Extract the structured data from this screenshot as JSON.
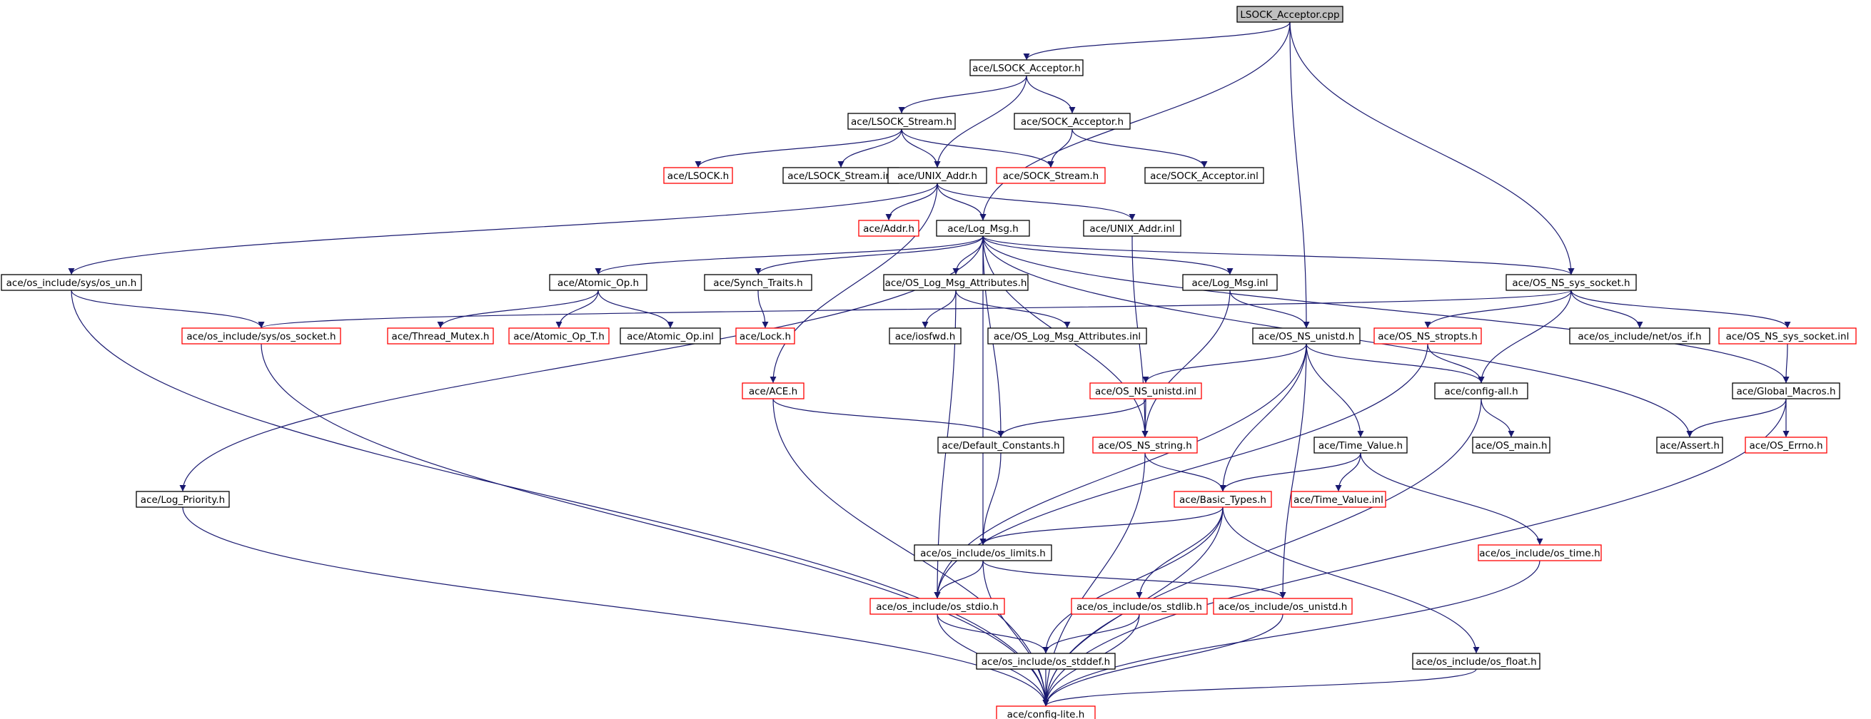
{
  "colors": {
    "edge": "#191970",
    "node_border_black": "#000000",
    "node_border_red": "#ff0000",
    "root_fill": "#bfbfbf",
    "node_fill": "#ffffff"
  },
  "diagram": {
    "nodes": [
      {
        "id": "lsock_acceptor_cpp",
        "label": "LSOCK_Acceptor.cpp",
        "style": "root"
      },
      {
        "id": "lsock_acceptor_h",
        "label": "ace/LSOCK_Acceptor.h",
        "style": "black"
      },
      {
        "id": "lsock_stream_h",
        "label": "ace/LSOCK_Stream.h",
        "style": "black"
      },
      {
        "id": "sock_acceptor_h",
        "label": "ace/SOCK_Acceptor.h",
        "style": "black"
      },
      {
        "id": "lsock_h",
        "label": "ace/LSOCK.h",
        "style": "red"
      },
      {
        "id": "lsock_stream_inl",
        "label": "ace/LSOCK_Stream.inl",
        "style": "black"
      },
      {
        "id": "unix_addr_h",
        "label": "ace/UNIX_Addr.h",
        "style": "black"
      },
      {
        "id": "sock_stream_h",
        "label": "ace/SOCK_Stream.h",
        "style": "red"
      },
      {
        "id": "sock_acceptor_inl",
        "label": "ace/SOCK_Acceptor.inl",
        "style": "black"
      },
      {
        "id": "addr_h",
        "label": "ace/Addr.h",
        "style": "red"
      },
      {
        "id": "log_msg_h",
        "label": "ace/Log_Msg.h",
        "style": "black"
      },
      {
        "id": "unix_addr_inl",
        "label": "ace/UNIX_Addr.inl",
        "style": "black"
      },
      {
        "id": "os_un_h",
        "label": "ace/os_include/sys/os_un.h",
        "style": "black"
      },
      {
        "id": "atomic_op_h",
        "label": "ace/Atomic_Op.h",
        "style": "black"
      },
      {
        "id": "synch_traits_h",
        "label": "ace/Synch_Traits.h",
        "style": "black"
      },
      {
        "id": "os_log_msg_attributes_h",
        "label": "ace/OS_Log_Msg_Attributes.h",
        "style": "black"
      },
      {
        "id": "log_msg_inl",
        "label": "ace/Log_Msg.inl",
        "style": "black"
      },
      {
        "id": "os_ns_sys_socket_h",
        "label": "ace/OS_NS_sys_socket.h",
        "style": "black"
      },
      {
        "id": "os_socket_h",
        "label": "ace/os_include/sys/os_socket.h",
        "style": "red"
      },
      {
        "id": "thread_mutex_h",
        "label": "ace/Thread_Mutex.h",
        "style": "red"
      },
      {
        "id": "atomic_op_t_h",
        "label": "ace/Atomic_Op_T.h",
        "style": "red"
      },
      {
        "id": "atomic_op_inl",
        "label": "ace/Atomic_Op.inl",
        "style": "black"
      },
      {
        "id": "lock_h",
        "label": "ace/Lock.h",
        "style": "red"
      },
      {
        "id": "iosfwd_h",
        "label": "ace/iosfwd.h",
        "style": "black"
      },
      {
        "id": "os_log_msg_attributes_inl",
        "label": "ace/OS_Log_Msg_Attributes.inl",
        "style": "black"
      },
      {
        "id": "os_ns_unistd_h",
        "label": "ace/OS_NS_unistd.h",
        "style": "black"
      },
      {
        "id": "os_ns_stropts_h",
        "label": "ace/OS_NS_stropts.h",
        "style": "red"
      },
      {
        "id": "os_if_h",
        "label": "ace/os_include/net/os_if.h",
        "style": "black"
      },
      {
        "id": "os_ns_sys_socket_inl",
        "label": "ace/OS_NS_sys_socket.inl",
        "style": "red"
      },
      {
        "id": "ace_h",
        "label": "ace/ACE.h",
        "style": "red"
      },
      {
        "id": "os_ns_unistd_inl",
        "label": "ace/OS_NS_unistd.inl",
        "style": "red"
      },
      {
        "id": "config_all_h",
        "label": "ace/config-all.h",
        "style": "black"
      },
      {
        "id": "global_macros_h",
        "label": "ace/Global_Macros.h",
        "style": "black"
      },
      {
        "id": "default_constants_h",
        "label": "ace/Default_Constants.h",
        "style": "black"
      },
      {
        "id": "os_ns_string_h",
        "label": "ace/OS_NS_string.h",
        "style": "red"
      },
      {
        "id": "time_value_h",
        "label": "ace/Time_Value.h",
        "style": "black"
      },
      {
        "id": "os_main_h",
        "label": "ace/OS_main.h",
        "style": "black"
      },
      {
        "id": "assert_h",
        "label": "ace/Assert.h",
        "style": "black"
      },
      {
        "id": "os_errno_h",
        "label": "ace/OS_Errno.h",
        "style": "red"
      },
      {
        "id": "log_priority_h",
        "label": "ace/Log_Priority.h",
        "style": "black"
      },
      {
        "id": "basic_types_h",
        "label": "ace/Basic_Types.h",
        "style": "red"
      },
      {
        "id": "time_value_inl",
        "label": "ace/Time_Value.inl",
        "style": "red"
      },
      {
        "id": "os_limits_h",
        "label": "ace/os_include/os_limits.h",
        "style": "black"
      },
      {
        "id": "os_time_h",
        "label": "ace/os_include/os_time.h",
        "style": "red"
      },
      {
        "id": "os_stdio_h",
        "label": "ace/os_include/os_stdio.h",
        "style": "red"
      },
      {
        "id": "os_stdlib_h",
        "label": "ace/os_include/os_stdlib.h",
        "style": "red"
      },
      {
        "id": "os_unistd_h",
        "label": "ace/os_include/os_unistd.h",
        "style": "red"
      },
      {
        "id": "os_stddef_h",
        "label": "ace/os_include/os_stddef.h",
        "style": "black"
      },
      {
        "id": "os_float_h",
        "label": "ace/os_include/os_float.h",
        "style": "black"
      },
      {
        "id": "config_lite_h",
        "label": "ace/config-lite.h",
        "style": "red"
      }
    ],
    "edges": [
      [
        "lsock_acceptor_cpp",
        "lsock_acceptor_h"
      ],
      [
        "lsock_acceptor_cpp",
        "log_msg_h"
      ],
      [
        "lsock_acceptor_cpp",
        "os_ns_unistd_h"
      ],
      [
        "lsock_acceptor_cpp",
        "os_ns_sys_socket_h"
      ],
      [
        "lsock_acceptor_h",
        "lsock_stream_h"
      ],
      [
        "lsock_acceptor_h",
        "sock_acceptor_h"
      ],
      [
        "lsock_acceptor_h",
        "unix_addr_h"
      ],
      [
        "lsock_stream_h",
        "lsock_h"
      ],
      [
        "lsock_stream_h",
        "lsock_stream_inl"
      ],
      [
        "lsock_stream_h",
        "unix_addr_h"
      ],
      [
        "lsock_stream_h",
        "sock_stream_h"
      ],
      [
        "sock_acceptor_h",
        "sock_stream_h"
      ],
      [
        "sock_acceptor_h",
        "sock_acceptor_inl"
      ],
      [
        "unix_addr_h",
        "addr_h"
      ],
      [
        "unix_addr_h",
        "log_msg_h"
      ],
      [
        "unix_addr_h",
        "unix_addr_inl"
      ],
      [
        "unix_addr_h",
        "os_un_h"
      ],
      [
        "unix_addr_h",
        "ace_h"
      ],
      [
        "unix_addr_inl",
        "os_ns_string_h"
      ],
      [
        "log_msg_h",
        "atomic_op_h"
      ],
      [
        "log_msg_h",
        "synch_traits_h"
      ],
      [
        "log_msg_h",
        "os_log_msg_attributes_h"
      ],
      [
        "log_msg_h",
        "log_msg_inl"
      ],
      [
        "log_msg_h",
        "os_ns_sys_socket_h"
      ],
      [
        "log_msg_h",
        "log_priority_h"
      ],
      [
        "log_msg_h",
        "os_limits_h"
      ],
      [
        "log_msg_h",
        "default_constants_h"
      ],
      [
        "log_msg_h",
        "os_ns_string_h"
      ],
      [
        "log_msg_h",
        "assert_h"
      ],
      [
        "log_msg_h",
        "global_macros_h"
      ],
      [
        "os_un_h",
        "os_socket_h"
      ],
      [
        "os_un_h",
        "config_lite_h"
      ],
      [
        "atomic_op_h",
        "thread_mutex_h"
      ],
      [
        "atomic_op_h",
        "atomic_op_t_h"
      ],
      [
        "atomic_op_h",
        "atomic_op_inl"
      ],
      [
        "synch_traits_h",
        "lock_h"
      ],
      [
        "os_log_msg_attributes_h",
        "iosfwd_h"
      ],
      [
        "os_log_msg_attributes_h",
        "os_log_msg_attributes_inl"
      ],
      [
        "os_log_msg_attributes_h",
        "os_stdio_h"
      ],
      [
        "log_msg_inl",
        "os_ns_unistd_h"
      ],
      [
        "log_msg_inl",
        "os_ns_string_h"
      ],
      [
        "os_ns_sys_socket_h",
        "os_socket_h"
      ],
      [
        "os_ns_sys_socket_h",
        "os_ns_stropts_h"
      ],
      [
        "os_ns_sys_socket_h",
        "os_if_h"
      ],
      [
        "os_ns_sys_socket_h",
        "os_ns_sys_socket_inl"
      ],
      [
        "os_ns_sys_socket_h",
        "config_all_h"
      ],
      [
        "os_socket_h",
        "config_lite_h"
      ],
      [
        "os_ns_unistd_h",
        "os_ns_unistd_inl"
      ],
      [
        "os_ns_unistd_h",
        "config_all_h"
      ],
      [
        "os_ns_unistd_h",
        "time_value_h"
      ],
      [
        "os_ns_unistd_h",
        "basic_types_h"
      ],
      [
        "os_ns_unistd_h",
        "os_stdio_h"
      ],
      [
        "os_ns_unistd_h",
        "os_unistd_h"
      ],
      [
        "os_ns_stropts_h",
        "config_all_h"
      ],
      [
        "os_ns_stropts_h",
        "os_stdio_h"
      ],
      [
        "os_ns_sys_socket_inl",
        "global_macros_h"
      ],
      [
        "ace_h",
        "default_constants_h"
      ],
      [
        "ace_h",
        "config_lite_h"
      ],
      [
        "os_ns_unistd_inl",
        "default_constants_h"
      ],
      [
        "os_ns_unistd_inl",
        "os_ns_string_h"
      ],
      [
        "config_all_h",
        "os_main_h"
      ],
      [
        "config_all_h",
        "config_lite_h"
      ],
      [
        "global_macros_h",
        "assert_h"
      ],
      [
        "global_macros_h",
        "os_errno_h"
      ],
      [
        "global_macros_h",
        "config_lite_h"
      ],
      [
        "default_constants_h",
        "os_limits_h"
      ],
      [
        "os_ns_string_h",
        "basic_types_h"
      ],
      [
        "os_ns_string_h",
        "config_lite_h"
      ],
      [
        "time_value_h",
        "basic_types_h"
      ],
      [
        "time_value_h",
        "time_value_inl"
      ],
      [
        "time_value_h",
        "os_time_h"
      ],
      [
        "log_priority_h",
        "config_lite_h"
      ],
      [
        "basic_types_h",
        "os_limits_h"
      ],
      [
        "basic_types_h",
        "os_stddef_h"
      ],
      [
        "basic_types_h",
        "os_stdlib_h"
      ],
      [
        "basic_types_h",
        "os_float_h"
      ],
      [
        "basic_types_h",
        "config_lite_h"
      ],
      [
        "os_limits_h",
        "os_stdio_h"
      ],
      [
        "os_limits_h",
        "os_unistd_h"
      ],
      [
        "os_limits_h",
        "config_lite_h"
      ],
      [
        "os_time_h",
        "config_lite_h"
      ],
      [
        "os_stdio_h",
        "os_stddef_h"
      ],
      [
        "os_stdio_h",
        "config_lite_h"
      ],
      [
        "os_stdlib_h",
        "os_stddef_h"
      ],
      [
        "os_stdlib_h",
        "config_lite_h"
      ],
      [
        "os_unistd_h",
        "config_lite_h"
      ],
      [
        "os_stddef_h",
        "config_lite_h"
      ],
      [
        "os_float_h",
        "config_lite_h"
      ]
    ]
  }
}
